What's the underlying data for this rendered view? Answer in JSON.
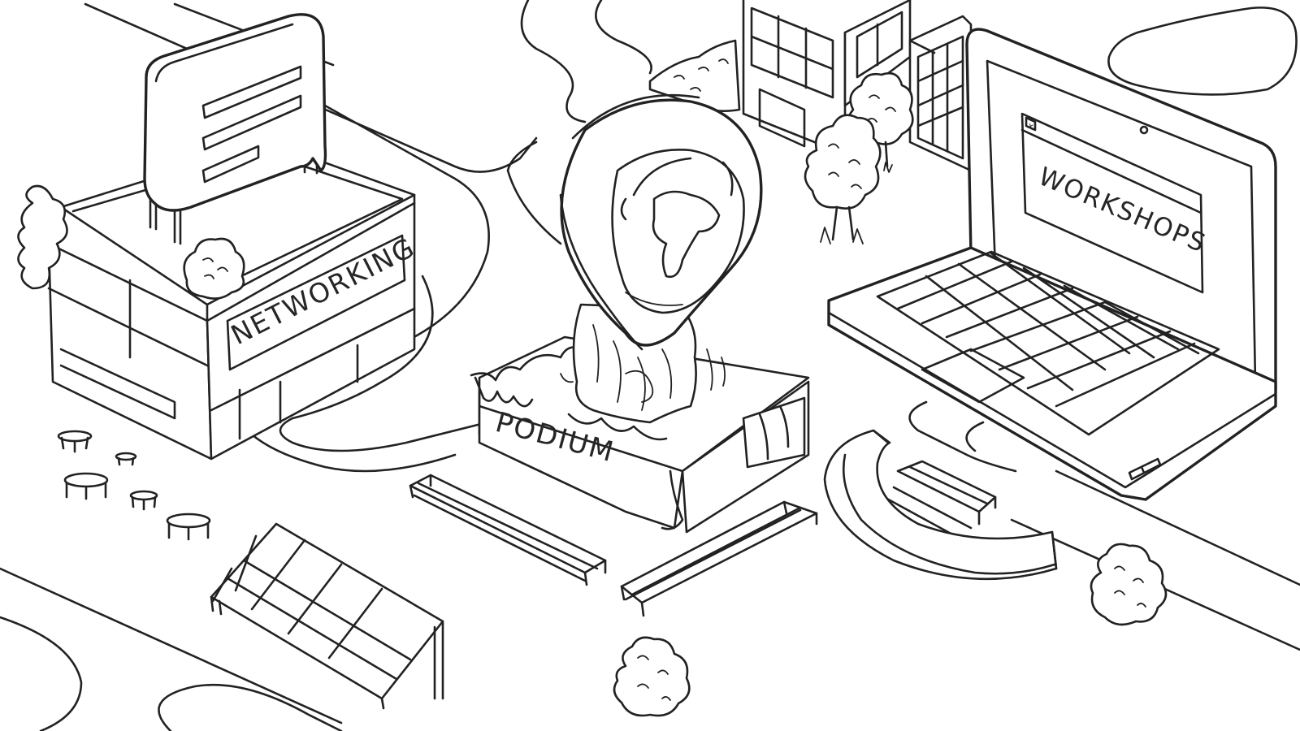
{
  "labels": {
    "networking": "NETWORKING",
    "podium": "PODIUM",
    "workshops": "WORKSHOPS"
  },
  "icons": {
    "window_close": "x"
  },
  "colors": {
    "ink": "#222222",
    "paper": "#ffffff"
  }
}
